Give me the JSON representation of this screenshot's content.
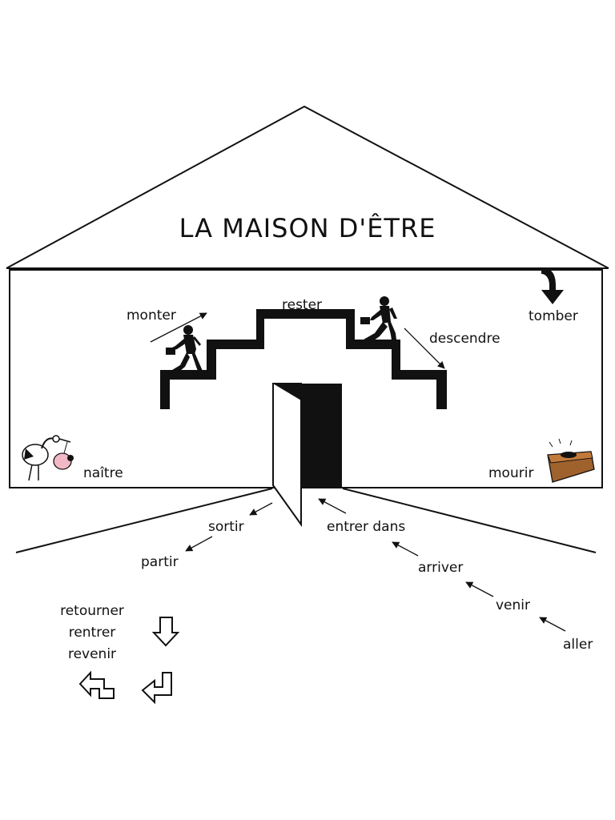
{
  "title": "LA MAISON D'ÊTRE",
  "verbs": {
    "monter": "monter",
    "rester": "rester",
    "descendre": "descendre",
    "tomber": "tomber",
    "naitre": "naître",
    "mourir": "mourir",
    "sortir": "sortir",
    "entrer": "entrer dans",
    "partir": "partir",
    "arriver": "arriver",
    "venir": "venir",
    "aller": "aller",
    "retourner": "retourner",
    "rentrer": "rentrer",
    "revenir": "revenir"
  },
  "icons": {
    "stork": "stork-with-baby-icon",
    "coffin": "coffin-icon",
    "walker": "walking-businessman-icon",
    "tomber_arrow": "down-curved-arrow-icon",
    "down_arrow": "hollow-down-arrow-icon",
    "uturn_left": "u-turn-left-icon",
    "uturn_down": "u-turn-down-left-icon"
  },
  "colors": {
    "line": "#111111",
    "baby_bundle": "#f2b8c6",
    "coffin": "#a0622d"
  }
}
